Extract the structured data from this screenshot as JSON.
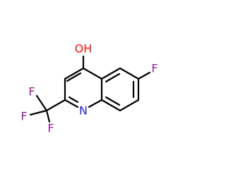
{
  "molecule": {
    "labels": {
      "hydroxyl": "OH",
      "fluoro_ring": "F",
      "nitrogen": "N",
      "cf3_f_top": "F",
      "cf3_f_left": "F",
      "cf3_f_bottom": "F"
    },
    "colors": {
      "bond": "#000000",
      "oxygen": "#ff0d0d",
      "fluorine": "#90218f",
      "nitrogen": "#1f1fe0"
    }
  }
}
